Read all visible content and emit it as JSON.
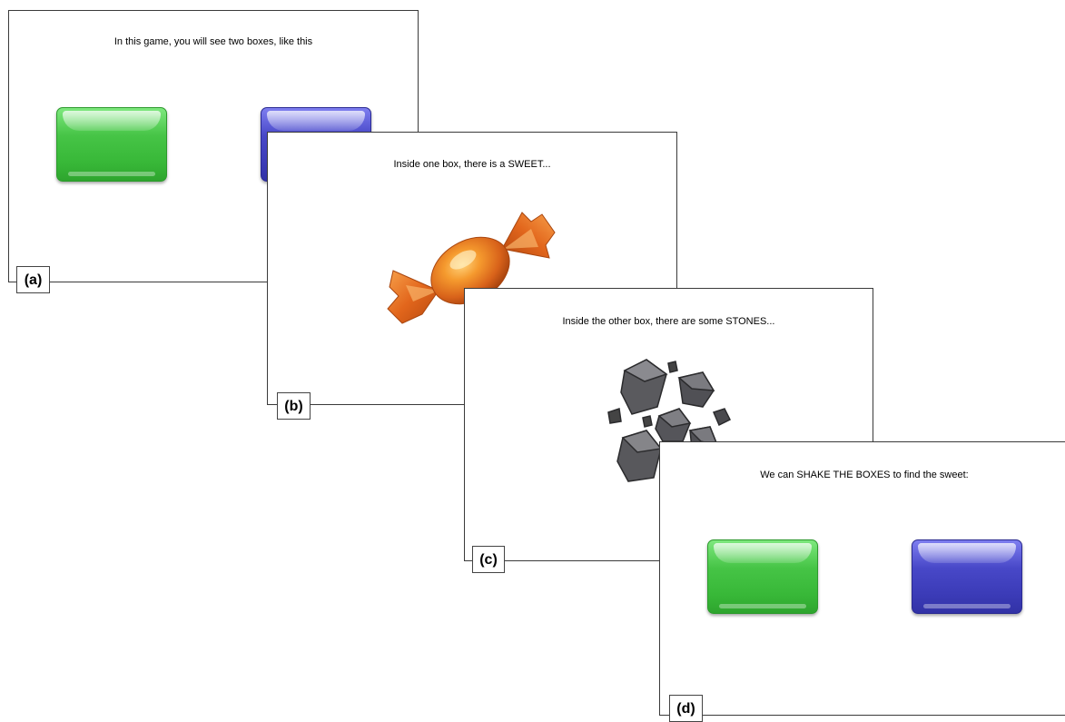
{
  "slides": [
    {
      "caption": "In this game, you will see two boxes, like this",
      "label": "(a)"
    },
    {
      "caption": "Inside one box, there is a SWEET...",
      "label": "(b)"
    },
    {
      "caption": "Inside the other box, there are some STONES...",
      "label": "(c)"
    },
    {
      "caption": "We can SHAKE THE BOXES to find the sweet:",
      "label": "(d)"
    }
  ],
  "colors": {
    "green_box": "#3fbf3f",
    "blue_box": "#3b3bb7",
    "sweet": "#e8731e",
    "stones": "#4a4a4d"
  },
  "icons": [
    "green-box-icon",
    "blue-box-icon",
    "sweet-icon",
    "stones-icon"
  ]
}
